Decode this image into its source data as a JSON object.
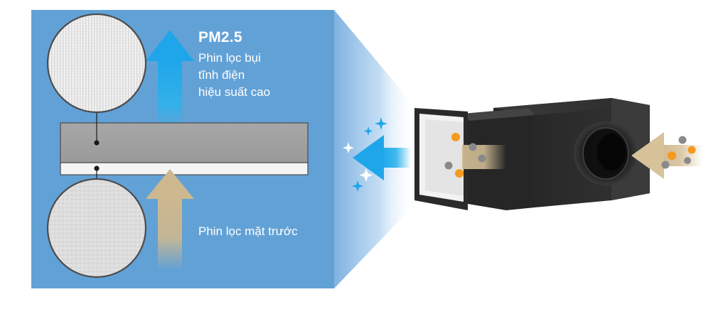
{
  "labels": {
    "pm_title": "PM2.5",
    "pm_desc": [
      "Phin lọc bụi",
      "tĩnh điện",
      "hiệu suất cao"
    ],
    "front_filter": "Phin lọc mặt trước"
  },
  "colors": {
    "panel_blue": "#62a1d6",
    "clean_air_arrow": "#2bb3ec",
    "dirty_air_arrow": "#cdb88f",
    "dust_grey": "#8a8a8a",
    "dust_orange": "#f59a1c",
    "housing": "#2a2a2a"
  },
  "icons": [
    "clean-air-arrow-icon",
    "incoming-air-arrow-icon",
    "sparkle-icon",
    "dust-particle-icon"
  ]
}
